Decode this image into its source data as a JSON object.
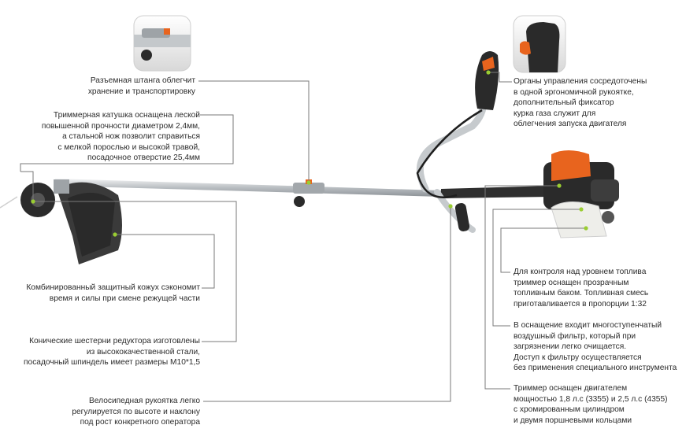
{
  "annotations": {
    "detachable_shaft": "Разъемная штанга облегчит\nхранение и транспортировку",
    "trimmer_head": "Триммерная катушка оснащена леской\nповышенной прочности диаметром 2,4мм,\nа стальной нож позволит справиться\nс мелкой порослью и высокой травой,\nпосадочное отверстие 25,4мм",
    "guard": "Комбинированный защитный кожух сэкономит\nвремя и силы при смене режущей части",
    "gearbox": "Конические шестерни редуктора изготовлены\nиз высококачественной стали,\nпосадочный шпиндель имеет размеры М10*1,5",
    "bike_handle": "Велосипедная рукоятка легко\nрегулируется по высоте и наклону\nпод рост конкретного оператора",
    "controls": "Органы управления сосредоточены\nв одной эргономичной рукоятке,\nдополнительный фиксатор\nкурка газа служит для\nоблегчения запуска двигателя",
    "fuel_tank": "Для контроля над уровнем топлива\nтриммер оснащен прозрачным\nтопливным баком. Топливная смесь\nприготавливается в пропорции 1:32",
    "air_filter": "В оснащение входит многоступенчатый\nвоздушный фильтр, который при\nзагрязнении легко очищается.\nДоступ к фильтру осуществляется\nбез применения специального инструмента",
    "engine": "Триммер оснащен двигателем\nмощностью 1,8 л.с (3355) и 2,5 л.с (4355)\nс хромированным цилиндром\nи двумя поршневыми кольцами"
  },
  "colors": {
    "accent_orange": "#e8641e",
    "leader_line": "#7a7a7a",
    "dot_green": "#9acd32",
    "shaft_silver": "#c9cdd0",
    "body_dark": "#2a2a2a"
  },
  "icons": [
    "trimmer-illustration",
    "shaft-coupling-inset",
    "throttle-handle-inset"
  ]
}
